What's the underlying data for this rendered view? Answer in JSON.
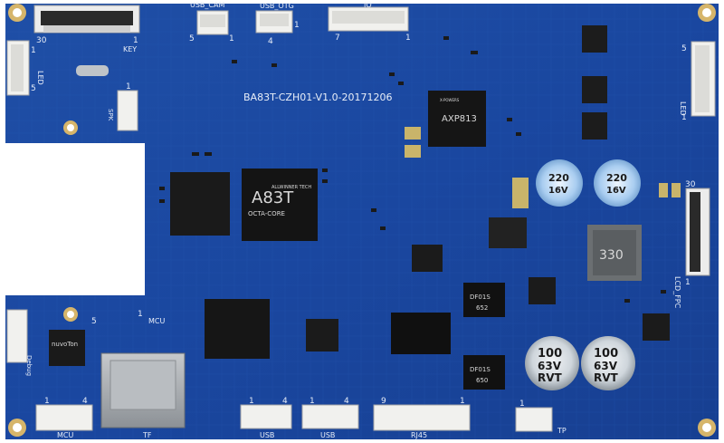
{
  "board": {
    "title": "BA83T-CZH01-V1.0-20171206",
    "soc": {
      "brand": "ALLWINNER TECH",
      "model": "A83T",
      "sub": "OCTA-CORE"
    },
    "pmic": {
      "brand": "X-POWERS",
      "model": "AXP813"
    },
    "inductor_label": "330",
    "cap_top_left": {
      "value": "220",
      "voltage": "16V"
    },
    "cap_top_right": {
      "value": "220",
      "voltage": "16V"
    },
    "cap_bottom_left": {
      "v": "100",
      "rating": "63V",
      "type": "RVT"
    },
    "cap_bottom_right": {
      "v": "100",
      "rating": "63V",
      "type": "RVT"
    },
    "mcu_chip": "nuvoTon",
    "diode_a": {
      "l1": "DF01S",
      "l2": "652"
    },
    "diode_b": {
      "l1": "DF01S",
      "l2": "650"
    }
  },
  "labels": {
    "usb_cam": "USB_CAM",
    "usb_otg": "USB_OTG",
    "io": "IO",
    "key": "KEY",
    "led_left": "LED",
    "led_right": "LED",
    "spk": "SPK",
    "mcu_top": "MCU",
    "mcu_bottom": "MCU",
    "debug": "Debug",
    "tf": "TF",
    "usb1": "USB",
    "usb2": "USB",
    "rj45": "RJ45",
    "tp": "TP",
    "lcd_fpc": "LCD_FPC"
  },
  "pins": {
    "key_30": "30",
    "key_1": "1",
    "usb_cam_5": "5",
    "usb_cam_1": "1",
    "otg_4": "4",
    "otg_1": "1",
    "io_7": "7",
    "io_1": "1",
    "led_left_1": "1",
    "led_left_5": "5",
    "led_right_5": "5",
    "led_right_1": "1",
    "spk_1": "1",
    "mcu_top_5": "5",
    "mcu_top_1": "1",
    "mcu_bottom_1": "1",
    "mcu_bottom_4": "4",
    "usb1_1": "1",
    "usb1_4": "4",
    "usb2_1": "1",
    "usb2_4": "4",
    "rj45_9": "9",
    "rj45_1": "1",
    "tp_1": "1",
    "lcd_30": "30",
    "lcd_1": "1"
  }
}
